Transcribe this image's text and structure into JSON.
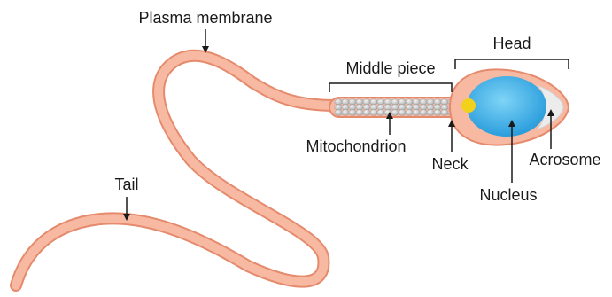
{
  "labels": {
    "plasma_membrane": "Plasma membrane",
    "middle_piece": "Middle piece",
    "head": "Head",
    "mitochondrion": "Mitochondrion",
    "neck": "Neck",
    "acrosome": "Acrosome",
    "nucleus": "Nucleus",
    "tail": "Tail"
  },
  "colors": {
    "membrane_outline": "#e58a6c",
    "membrane_fill": "#f8b9a2",
    "nucleus": "#3aaee6",
    "centriole": "#f2d11c",
    "mitochondria": "#c4c4c4",
    "acrosome": "#ececec"
  }
}
